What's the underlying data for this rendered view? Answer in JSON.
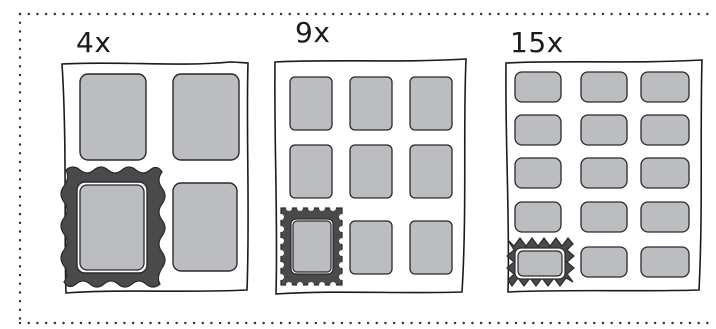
{
  "diagram": {
    "panels": [
      {
        "label": "4x",
        "count": 4,
        "highlight_shape": "wavy-stamp"
      },
      {
        "label": "9x",
        "count": 9,
        "highlight_shape": "perforated-stamp"
      },
      {
        "label": "15x",
        "count": 15,
        "highlight_shape": "zigzag-stamp"
      }
    ],
    "colors": {
      "cell_fill": "#bcbdc0",
      "cell_stroke": "#2a2a2a",
      "stamp_fill": "#4a4a4c",
      "frame_stroke": "#1b1b1b",
      "border_dots": "#333333",
      "background": "#ffffff"
    }
  }
}
